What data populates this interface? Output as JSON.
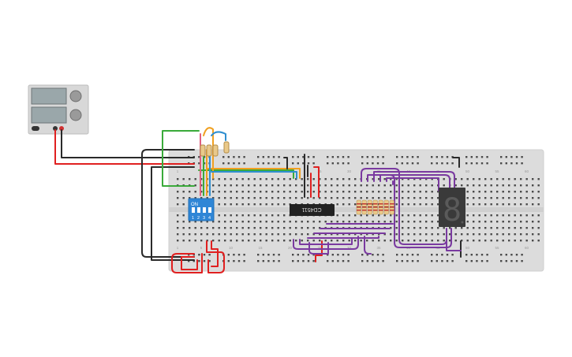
{
  "workspace": {
    "description": "circuit-simulator-canvas"
  },
  "breadboard": {
    "top_column_numbers": [
      "1",
      "5",
      "10",
      "15",
      "20",
      "25",
      "30",
      "35",
      "40",
      "45",
      "50",
      "55",
      "60"
    ],
    "bottom_column_numbers": [
      "1",
      "5",
      "10",
      "15",
      "20",
      "25",
      "30",
      "35",
      "40",
      "45",
      "50",
      "55",
      "60"
    ],
    "row_letters_top": [
      "j",
      "i",
      "h",
      "g",
      "f"
    ],
    "row_letters_bottom": [
      "e",
      "d",
      "c",
      "b",
      "a"
    ]
  },
  "dip_switch": {
    "label": "ON",
    "positions": [
      "1",
      "2",
      "3",
      "4"
    ]
  },
  "ic_chip": {
    "label": "CD4511"
  },
  "seven_segment": {
    "digit": "8"
  },
  "power_supply": {
    "minus_label": "-",
    "plus_label": "+"
  },
  "colors": {
    "breadboard": "#dcdcdc",
    "wire_red": "#e02020",
    "wire_black": "#2a2a2a",
    "wire_green": "#3aaa3a",
    "wire_orange": "#f0a020",
    "wire_blue": "#2f8fd0",
    "wire_purple": "#7a3aa0",
    "dip_blue": "#2f86d6",
    "ic_black": "#222222",
    "display_dark": "#3a3a3a"
  }
}
